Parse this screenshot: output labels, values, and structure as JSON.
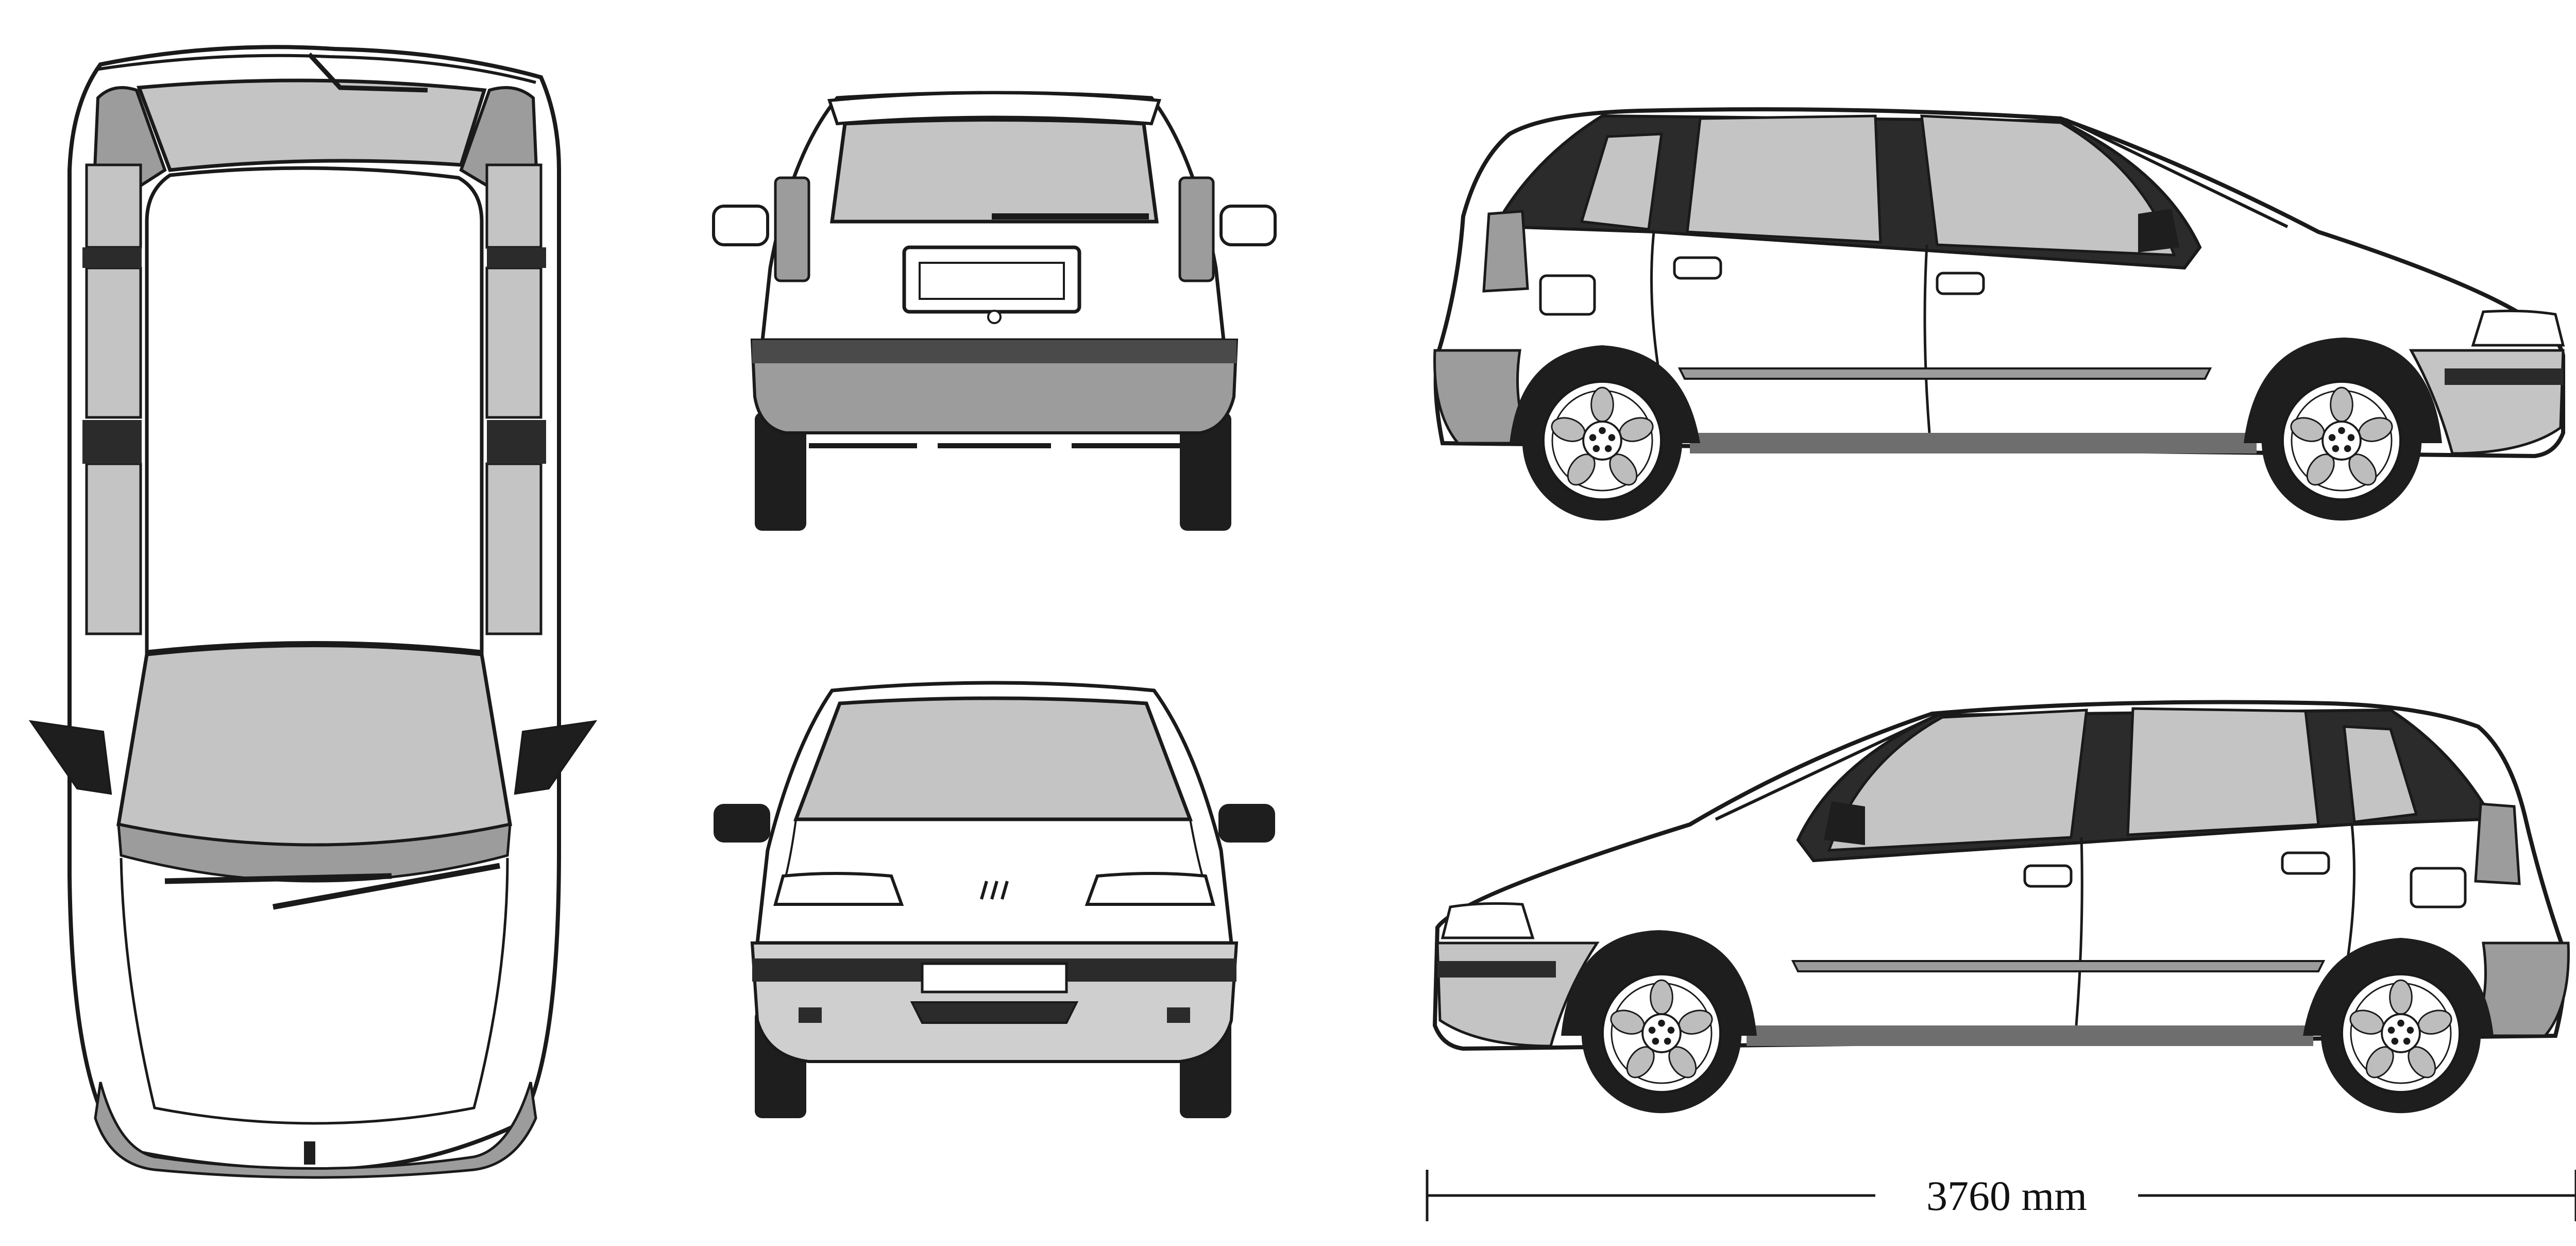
{
  "blueprint": {
    "views": [
      {
        "id": "top",
        "name": "top-view"
      },
      {
        "id": "rear",
        "name": "rear-view"
      },
      {
        "id": "front",
        "name": "front-view"
      },
      {
        "id": "left-side",
        "name": "left-side-view"
      },
      {
        "id": "right-side",
        "name": "right-side-view"
      }
    ],
    "dimension": {
      "label": "3760 mm",
      "value": 3760,
      "unit": "mm"
    }
  },
  "colors": {
    "background": "#ffffff",
    "outline": "#1a1a1a",
    "glass": "#c4c4c4",
    "trim_dark": "#2b2b2b",
    "bumper_grey": "#9c9c9c",
    "tyre": "#1e1e1e",
    "body": "#ffffff"
  }
}
